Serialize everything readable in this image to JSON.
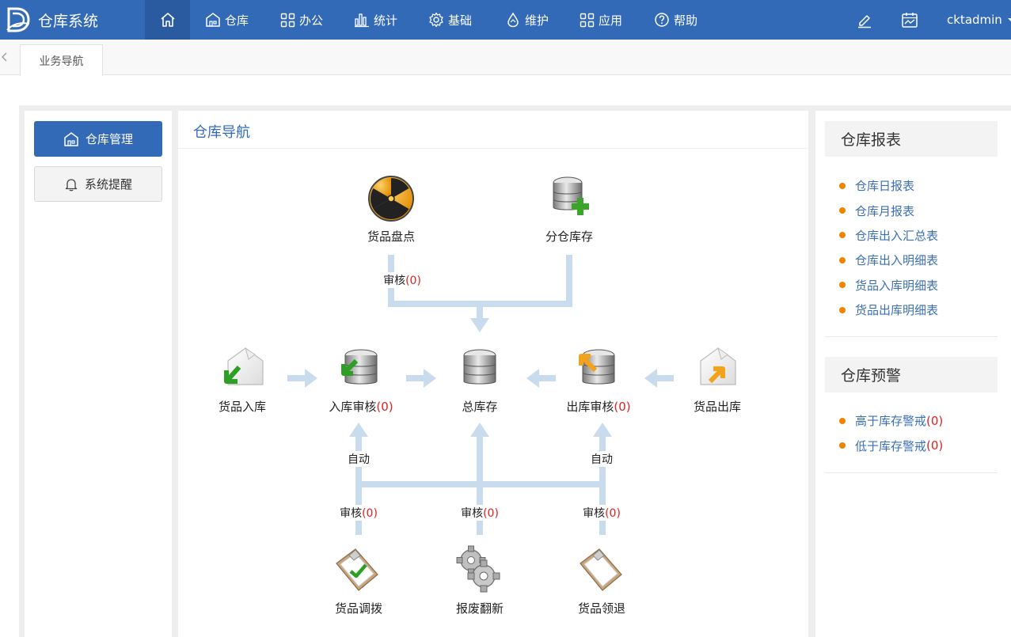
{
  "app": {
    "title": "仓库系统"
  },
  "nav": {
    "items": [
      {
        "label": "仓库",
        "icon": "warehouse-icon"
      },
      {
        "label": "办公",
        "icon": "grid-icon"
      },
      {
        "label": "统计",
        "icon": "bar-chart-icon"
      },
      {
        "label": "基础",
        "icon": "gear-icon"
      },
      {
        "label": "维护",
        "icon": "drop-icon"
      },
      {
        "label": "应用",
        "icon": "grid-icon"
      },
      {
        "label": "帮助",
        "icon": "help-icon"
      }
    ],
    "user": "cktadmin"
  },
  "tabs": {
    "active": "业务导航"
  },
  "sidebar": {
    "primary": "仓库管理",
    "secondary": "系统提醒"
  },
  "main": {
    "title": "仓库导航",
    "nodes": {
      "inventory_check": "货品盘点",
      "sub_stock": "分仓库存",
      "goods_in": "货品入库",
      "in_audit": "入库审核",
      "total_stock": "总库存",
      "out_audit": "出库审核",
      "goods_out": "货品出库",
      "transfer": "货品调拨",
      "scrap": "报废翻新",
      "return": "货品领退"
    },
    "counts": {
      "in_audit": "(0)",
      "out_audit": "(0)",
      "check_audit": "(0)",
      "transfer_audit": "(0)",
      "scrap_audit": "(0)",
      "return_audit": "(0)"
    },
    "flow": {
      "audit": "审核",
      "auto": "自动"
    }
  },
  "reports": {
    "title": "仓库报表",
    "items": [
      "仓库日报表",
      "仓库月报表",
      "仓库出入汇总表",
      "仓库出入明细表",
      "货品入库明细表",
      "货品出库明细表"
    ]
  },
  "alerts": {
    "title": "仓库预警",
    "items": [
      {
        "label": "高于库存警戒",
        "count": "(0)"
      },
      {
        "label": "低于库存警戒",
        "count": "(0)"
      }
    ]
  },
  "colors": {
    "brand": "#336ab7",
    "alert": "#e02020",
    "bullet": "#f08300",
    "connector": "#c9dcee"
  }
}
